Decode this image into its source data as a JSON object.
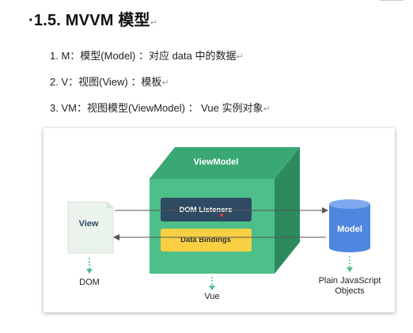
{
  "heading": {
    "prefix": "·",
    "text": "1.5. MVVM 模型"
  },
  "lines": [
    {
      "text": "1. M：模型(Model) ：对应 data 中的数据"
    },
    {
      "text": "2. V：视图(View) ：模板"
    },
    {
      "text": "3. VM：视图模型(ViewModel) ：  Vue 实例对象"
    }
  ],
  "diagram": {
    "viewmodel_title": "ViewModel",
    "dom_listeners": "DOM Listeners",
    "data_bindings": "Data Bindings",
    "view_label": "View",
    "model_label": "Model",
    "dom_caption": "DOM",
    "vue_caption": "Vue",
    "plain_js_line1": "Plain JavaScript",
    "plain_js_line2": "Objects",
    "colors": {
      "cube_front": "#4dbf88",
      "cube_top": "#3aa873",
      "cube_side": "#2c8a5e",
      "listeners_box": "#2f4a63",
      "bindings_box": "#f9d043",
      "cylinder": "#4f86e0",
      "view_doc": "#eaf3ec"
    }
  }
}
